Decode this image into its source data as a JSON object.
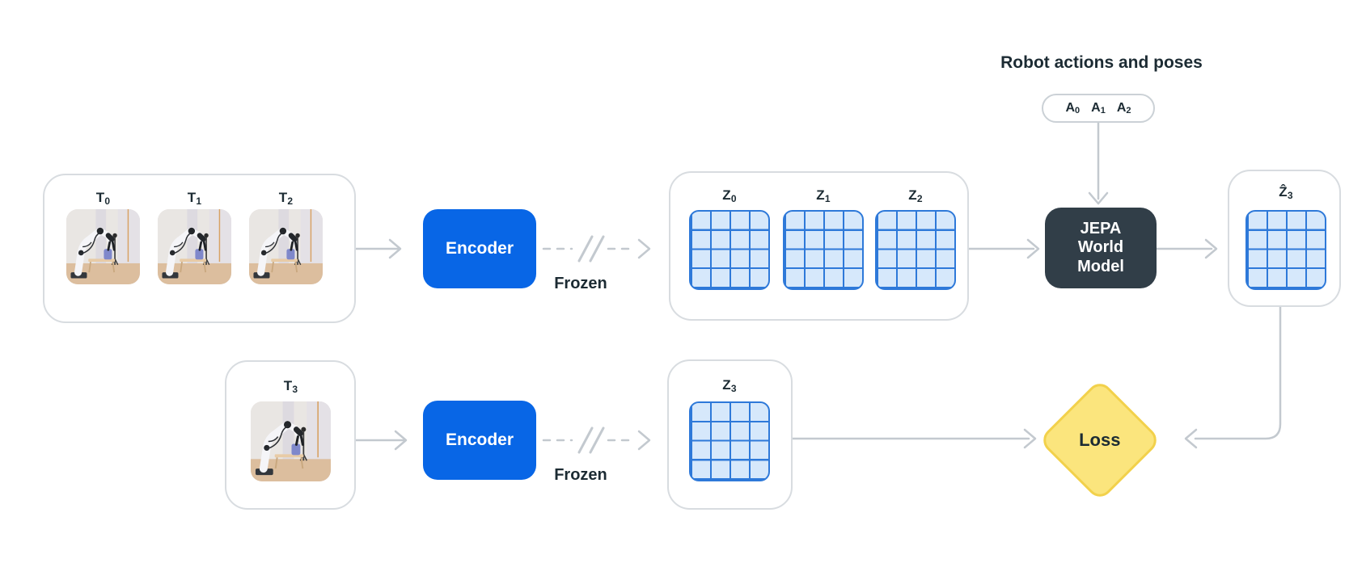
{
  "diagram": {
    "actions": {
      "caption": "Robot actions and poses",
      "items": [
        {
          "base": "A",
          "sub": "0"
        },
        {
          "base": "A",
          "sub": "1"
        },
        {
          "base": "A",
          "sub": "2"
        }
      ]
    },
    "top_row": {
      "frames": [
        {
          "base": "T",
          "sub": "0"
        },
        {
          "base": "T",
          "sub": "1"
        },
        {
          "base": "T",
          "sub": "2"
        }
      ],
      "encoder_label": "Encoder",
      "frozen_label": "Frozen",
      "latents": [
        {
          "base": "Z",
          "sub": "0"
        },
        {
          "base": "Z",
          "sub": "1"
        },
        {
          "base": "Z",
          "sub": "2"
        }
      ],
      "world_model_lines": [
        "JEPA",
        "World",
        "Model"
      ],
      "prediction_label": {
        "base": "Ẑ",
        "sub": "3"
      }
    },
    "bottom_row": {
      "frame_label": {
        "base": "T",
        "sub": "3"
      },
      "encoder_label": "Encoder",
      "frozen_label": "Frozen",
      "latent_label": {
        "base": "Z",
        "sub": "3"
      },
      "loss_label": "Loss"
    },
    "colors": {
      "encoder_blue": "#0866E6",
      "world_model_dark": "#313E48",
      "grid_fill": "#D6E8FB",
      "grid_line": "#2E79D9",
      "loss_fill": "#FBE57D",
      "loss_border": "#F2D14B",
      "connector_gray": "#C3C9CF",
      "container_border": "#D8DCE0",
      "text_dark": "#1C2B33"
    }
  }
}
